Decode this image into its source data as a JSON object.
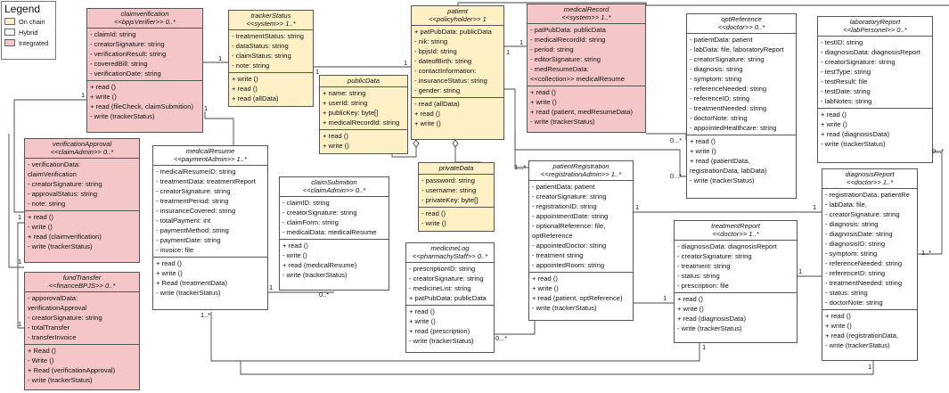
{
  "legend": {
    "title": "Legend",
    "items": [
      {
        "label": "On chain",
        "color": "#fdf0c4"
      },
      {
        "label": "Hybrid",
        "color": "#ffffff"
      },
      {
        "label": "Integrated",
        "color": "#f4c6c8"
      }
    ]
  },
  "classes": {
    "claimverification": {
      "name": "claimverification",
      "stereo": "<<bpjsVerifier>> 0..*",
      "attrs": [
        "- claimId: string",
        "- creatorSignature: string",
        "- verificationResult: string",
        "- coveredBill: string",
        "- verificationDate: string"
      ],
      "ops": [
        "+ read ()",
        "+ write ()",
        "+ read (fileCheck, claimSubmition)",
        "- write (trackerStatus)"
      ]
    },
    "trackerStatus": {
      "name": "trackerStatus",
      "stereo": "<<system>> 1..*",
      "attrs": [
        "- treatmentStatus: string",
        "- dataStatus: string",
        "- claimStatus: string",
        "- note: string"
      ],
      "ops": [
        "+ write ()",
        "+ read ()",
        "+ read (allData)"
      ]
    },
    "publicData": {
      "name": "publicData",
      "stereo": "",
      "attrs": [
        "+ name: string",
        "+ userId: string",
        "+ publicKey: byte[]",
        "+ medicalRecordId: string"
      ],
      "ops": [
        "+ read ()",
        "+ write ()"
      ]
    },
    "patient": {
      "name": "patient",
      "stereo": "<<policyholder>> 1",
      "attrs": [
        "+ patPubData: publicData",
        "- nik: string",
        "- bpjsId: string",
        "- dateofBirth: string",
        "- contactInformation:",
        "- insuranceStatus: string",
        "- gender: string"
      ],
      "ops": [
        "- read (allData)",
        "+ read ()",
        "+ write ()"
      ]
    },
    "privateData": {
      "name": "privateData",
      "stereo": "",
      "attrs": [
        "- password: string",
        "- username: string",
        "- privateKey: byte[]"
      ],
      "ops": [
        "- read ()",
        "- write ()"
      ]
    },
    "medicalRecord": {
      "name": "medicalRecord",
      "stereo": "<<system>> 1..*",
      "attrs": [
        "- patPubData: publicData",
        "- medicalRecordId: string",
        "- period: string",
        "- editorSignature: string",
        "- medResumeData:",
        "<<collection>> medicalResume"
      ],
      "ops": [
        "+ read ()",
        "+ write ()",
        "+ read (patient, medResumeData)",
        "- write (trackerStatus)"
      ]
    },
    "optReference": {
      "name": "optReference",
      "stereo": "<<doctor>> 0..*",
      "attrs": [
        "- patientData: patient",
        "- labData: file, laboratoryReport",
        "- creatorSignature: string",
        "- diagnosis: string",
        "- symptom: string",
        "- referenceNeeded: string",
        "- referenceID: string",
        "- treatmentNeeded: string",
        "- doctorNote: string",
        "- appointedHealthcare: string"
      ],
      "ops": [
        "+ read ()",
        "+ write ()",
        "+ read (patientData,",
        "registrationData, labData)",
        "- write (trackerStatus)"
      ]
    },
    "laboratoryReport": {
      "name": "laboratoryReport",
      "stereo": "<<labPersonel>> 0..*",
      "attrs": [
        "- testID: string",
        "- diagnosisData: diagnosisReport",
        "- creatorSignature: string",
        "- testType: string",
        "- testResult: file",
        "- testDate: string",
        "- labNotes: string"
      ],
      "ops": [
        "+ read ()",
        "+ write ()",
        "+ read (diagnosisData)",
        "- write (trackerStatus)"
      ]
    },
    "verificationApproval": {
      "name": "verificationApproval",
      "stereo": "<<claimAdmin>> 0..*",
      "attrs": [
        "- verificationData:",
        "claimVerification",
        "- creatorSignature: string",
        "- approvalStatus: string",
        "- note: string"
      ],
      "ops": [
        "+ read ()",
        "- write ()",
        "+ read (claimverification)",
        "- write (trackerStatus)"
      ]
    },
    "medicalResume": {
      "name": "medicalResume",
      "stereo": "<<paymentAdmin>> 1..*",
      "attrs": [
        "- medicalResumeID: string",
        "- treatmentData: treatmentReport",
        "- creatorSignature: string",
        "- treatmentPeriod: string",
        "- insuranceCovered: string",
        "- totalPayment: int",
        "- paymentMethod: string",
        "- paymentDate: string",
        "- invoice: file"
      ],
      "ops": [
        "+ read ()",
        "+ write ()",
        "+ Read (treatmentData)",
        "- write (trackerStatus)"
      ]
    },
    "claimSubmition": {
      "name": "claimSubmition",
      "stereo": "<<claimAdmin>> 0..*",
      "attrs": [
        "- claimID: string",
        "- creatorSignature: string",
        "- claimForm: string",
        "- medicalData: medicalResume"
      ],
      "ops": [
        "+ read ()",
        "- write ()",
        "+ read (medicalResume)",
        "- write (trackerStatus)"
      ]
    },
    "medicineLog": {
      "name": "medicineLog",
      "stereo": "<<pharmachyStaff>> 0..*",
      "attrs": [
        "- prescriptionID: string",
        "- creatorSignature: string",
        "- medicineList: string",
        "+ patPubData: publicData"
      ],
      "ops": [
        "+ read ()",
        "+ write ()",
        "+ read (prescription)",
        "- write (trackerStatus)"
      ]
    },
    "patientRegistration": {
      "name": "patientRegistration",
      "stereo": "<<registrationAdmin>> 1..*",
      "attrs": [
        "- patientData: patient",
        "- creatorSignature: string",
        "- registrationID: string",
        "- appointmentDate: string",
        "- optionalReference: file,",
        "optReference",
        "- appointedDoctor: string",
        "- treatment string",
        "- appointedRoom: string"
      ],
      "ops": [
        "+ read ()",
        "+ write ()",
        "+ read (patient, optReference)",
        "- write (trackerStatus)"
      ]
    },
    "fundTransfer": {
      "name": "fundTransfer",
      "stereo": "<<financeBPJS>> 0..*",
      "attrs": [
        "- apporovalData:",
        "verificationApproval",
        "- creatorSignature: string",
        "- totalTransfer",
        "- transferInvoice"
      ],
      "ops": [
        "+ Read ()",
        "- Write ()",
        "+ Read (verificationApproval)",
        "- write (trackerStatus)"
      ]
    },
    "treatmentReport": {
      "name": "treatmentReport",
      "stereo": "<<doctor>> 1..*",
      "attrs": [
        "- diagnosisData: diagnosisReport",
        "- creatorSignature: string",
        "- treatment: string",
        "- status: string",
        "- prescription: file"
      ],
      "ops": [
        "+ read ()",
        "+ write ()",
        "+ read (diagnosisData)",
        "- write (trackerStatus)"
      ]
    },
    "diagnosisReport": {
      "name": "diagnosisReport",
      "stereo": "<<doctor>> 1..*",
      "attrs": [
        "- registrationData: patientRe",
        "- labData: file,",
        "- creatorSignature: string",
        "- diagnosis: string",
        "- diagnosisDate: string",
        "- diagnosisID: string",
        "- symptom: string",
        "- referenceNeeded: string",
        "- referenceID: string",
        "- treatmentNeeded: string",
        "- status: string",
        "- doctorNote: string"
      ],
      "ops": [
        "+ read ()",
        "+ write ()",
        "+ read (registrationData,",
        "- write (trackerStatus)"
      ]
    }
  },
  "multiplicities": {
    "m1": "1",
    "m2": "1",
    "m3": "1",
    "m4": "1",
    "m5": "1",
    "m6": "1",
    "m7": "1",
    "m8": "0...*",
    "m9": "0...*",
    "m10": "1...*",
    "m11": "1",
    "m12": "1",
    "m13": "1",
    "m14": "1",
    "m15": "1",
    "m16": "1",
    "m17": "0..*",
    "m18": "1..*",
    "m19": "1",
    "m20": "1..*",
    "m21": "0...*",
    "m22": "1",
    "m23": "1",
    "m24": "0...*",
    "m25": "1"
  }
}
